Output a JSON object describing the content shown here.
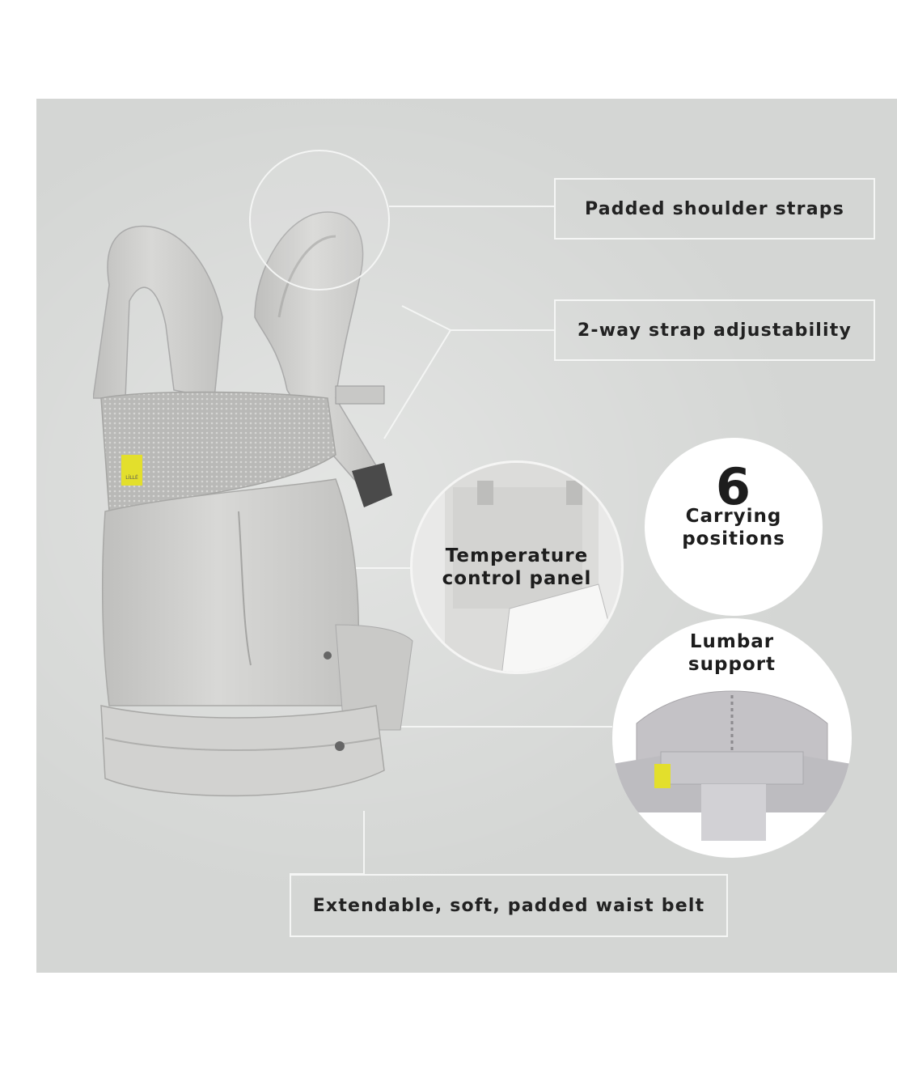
{
  "callouts": {
    "shoulder": "Padded shoulder straps",
    "adjust": "2-way strap adjustability",
    "waist": "Extendable, soft, padded waist belt"
  },
  "positions": {
    "number": "6",
    "line1": "Carrying",
    "line2": "positions"
  },
  "temperature": {
    "line1": "Temperature",
    "line2": "control panel"
  },
  "lumbar": {
    "line1": "Lumbar",
    "line2": "support"
  },
  "brand_tag": "LÍLLÉ",
  "colors": {
    "background": "#d4d6d4",
    "fabric": "#cfcfcd",
    "tag": "#e3df2c"
  }
}
